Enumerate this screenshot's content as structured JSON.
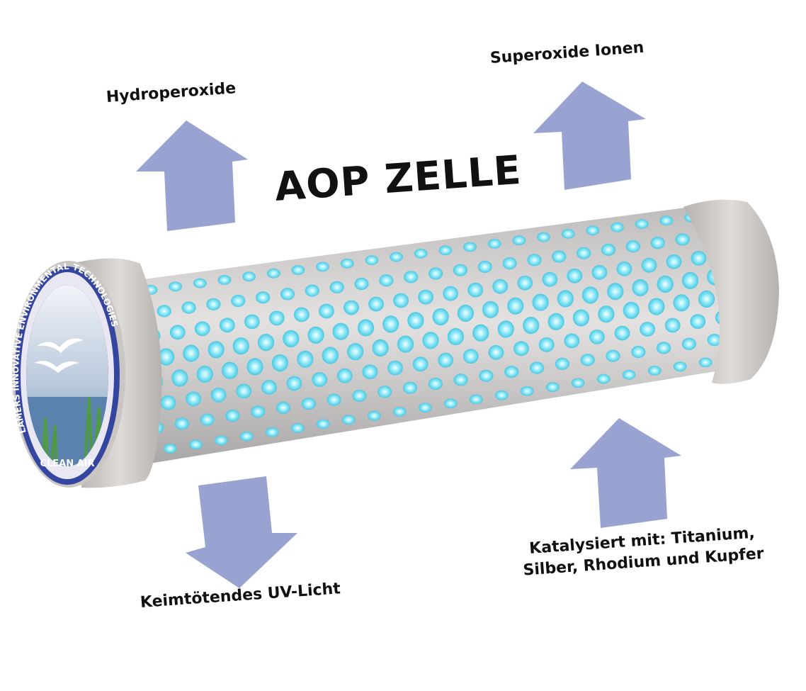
{
  "title": "AOP ZELLE",
  "labels": {
    "hydroperoxide": "Hydroperoxide",
    "superoxide": "Superoxide Ionen",
    "uv_light": "Keimtötendes UV-Licht",
    "catalyst_line1": "Katalysiert mit: Titanium,",
    "catalyst_line2": "Silber, Rhodium und Kupfer"
  },
  "logo": {
    "ring_text": "LAMERS INNOVATIVE ENVIRONMENTAL TECHNOLOGIES",
    "badge_text": "CLEAN AIR"
  },
  "colors": {
    "arrow": "#98a3d2",
    "glow": "#4fd2ec",
    "tube": "#cfcdcc",
    "logo_ring": "#3446a0"
  },
  "icons": [
    "arrow-up-icon",
    "arrow-down-icon",
    "seagull-icon"
  ]
}
